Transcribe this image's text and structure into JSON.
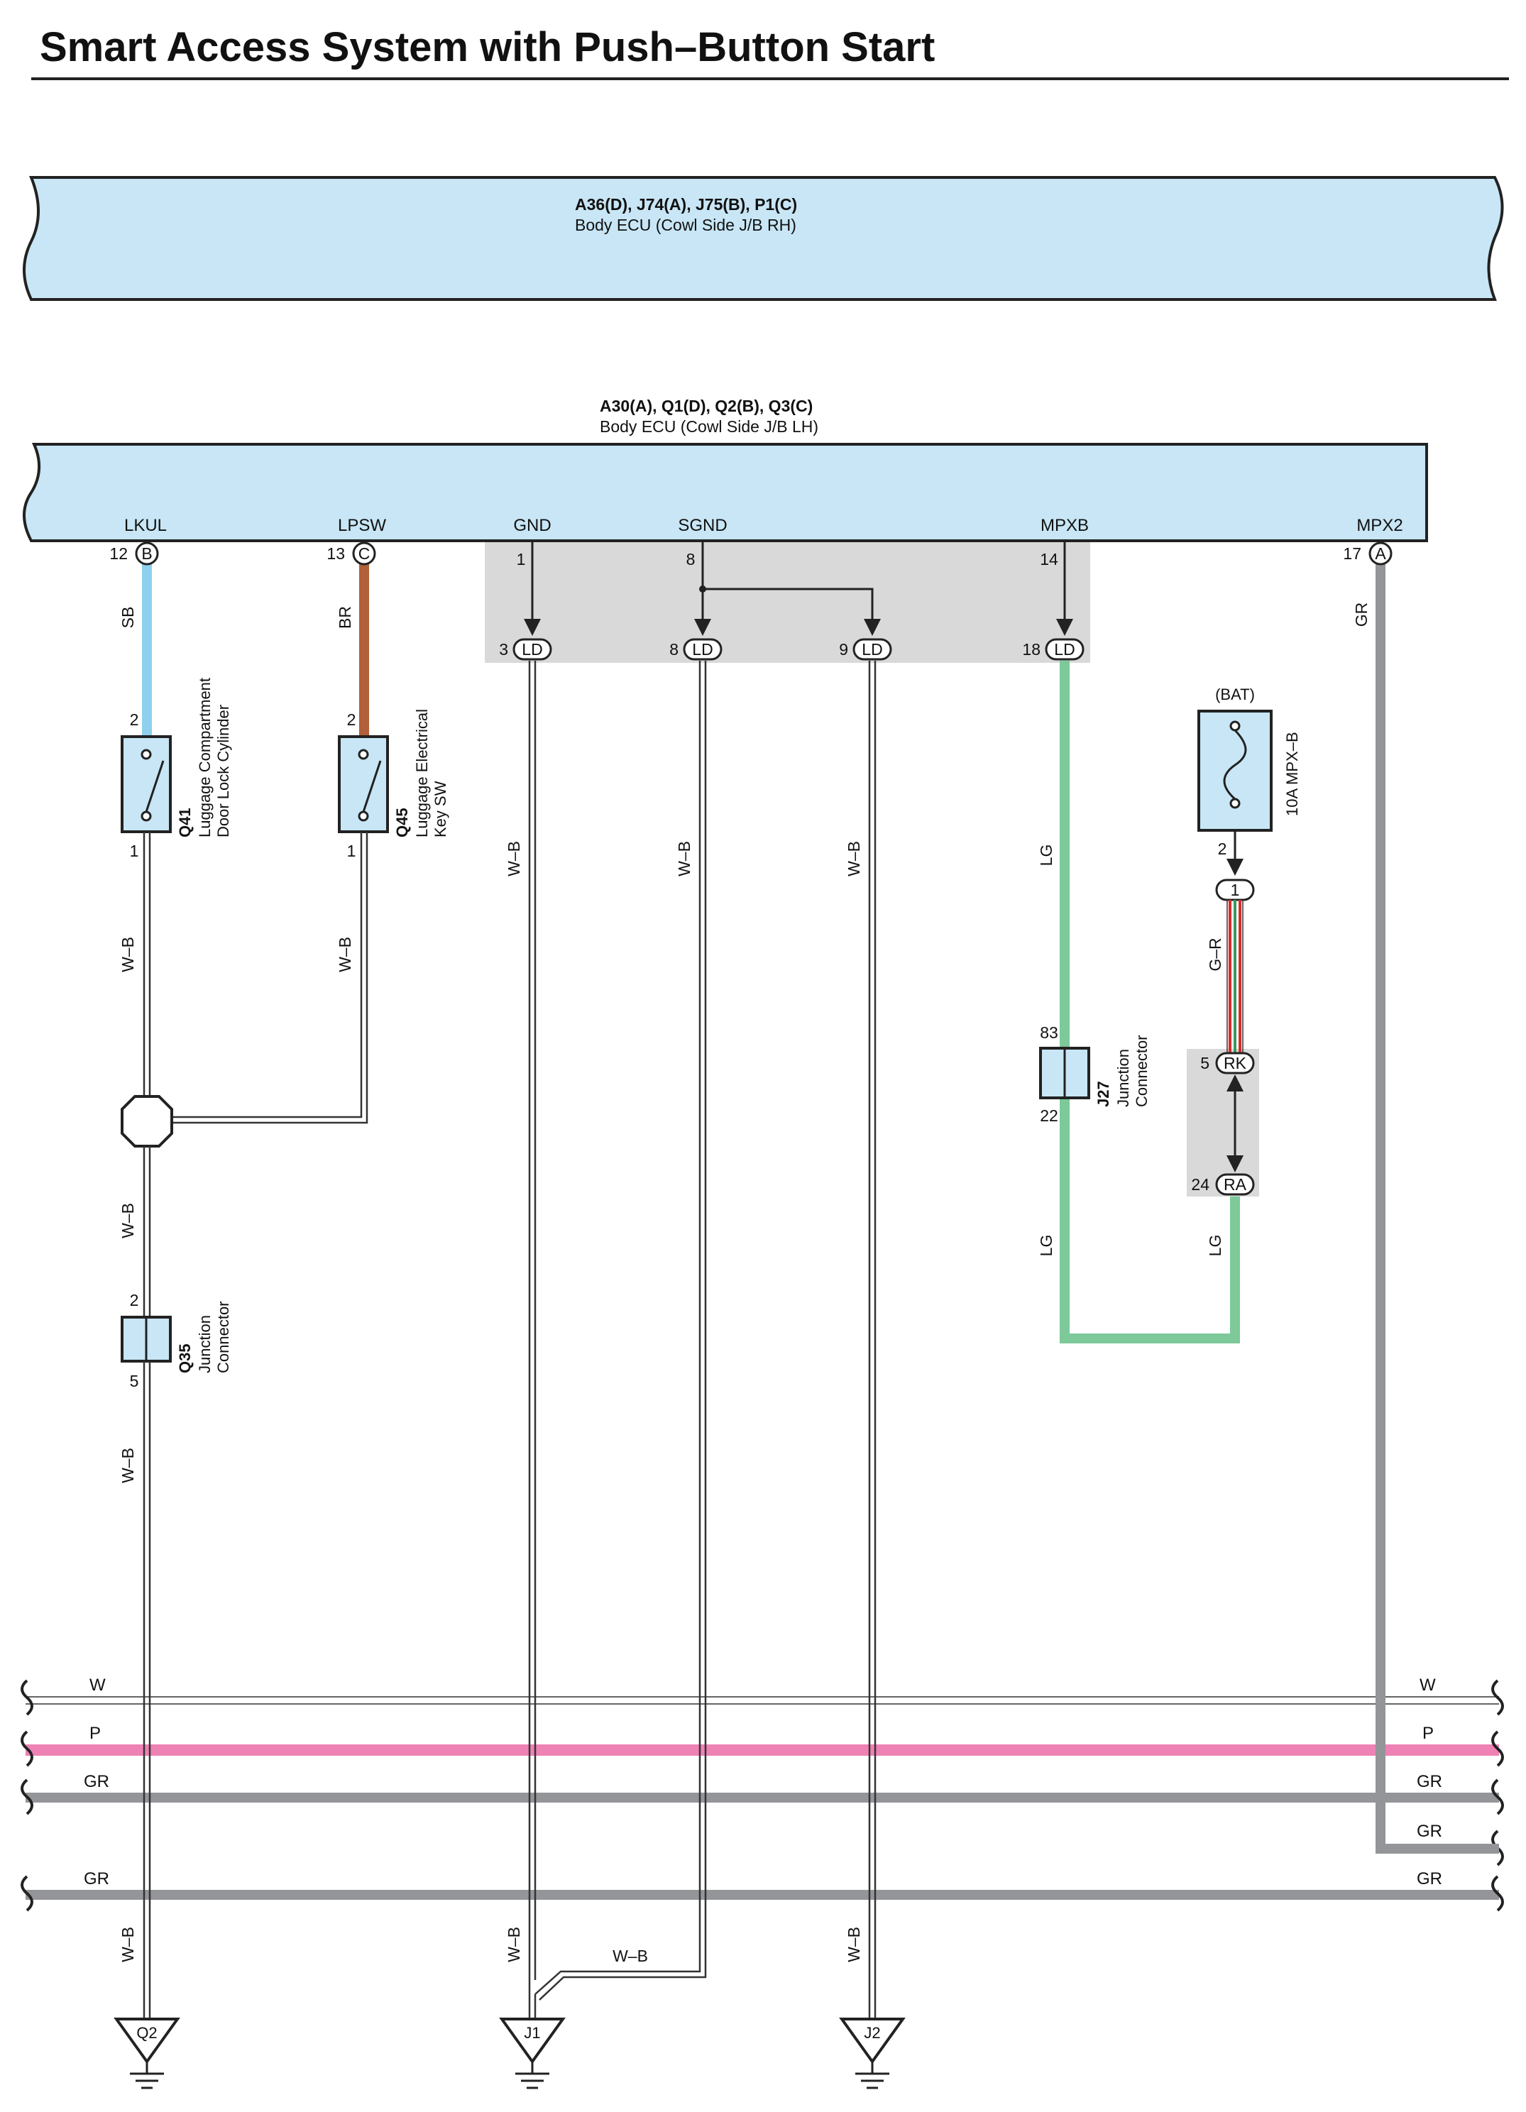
{
  "title": "Smart Access System with Push–Button Start",
  "ecu_rh": {
    "connectors": "A36(D), J74(A), J75(B), P1(C)",
    "name": "Body ECU (Cowl Side J/B RH)"
  },
  "ecu_lh": {
    "connectors": "A30(A), Q1(D), Q2(B), Q3(C)",
    "name": "Body ECU (Cowl Side J/B LH)",
    "terminals": [
      {
        "name": "LKUL",
        "pin": "12",
        "conn": "B"
      },
      {
        "name": "LPSW",
        "pin": "13",
        "conn": "C"
      },
      {
        "name": "GND",
        "pin": "1"
      },
      {
        "name": "SGND",
        "pin": "8"
      },
      {
        "name": "MPXB",
        "pin": "14"
      },
      {
        "name": "MPX2",
        "pin": "17",
        "conn": "A"
      }
    ]
  },
  "ld_connectors": [
    {
      "pin": "3",
      "label": "LD"
    },
    {
      "pin": "8",
      "label": "LD"
    },
    {
      "pin": "9",
      "label": "LD"
    },
    {
      "pin": "18",
      "label": "LD"
    }
  ],
  "components": {
    "q41": {
      "code": "Q41",
      "name1": "Luggage Compartment",
      "name2": "Door Lock Cylinder",
      "pin_top": "2",
      "pin_bottom": "1"
    },
    "q45": {
      "code": "Q45",
      "name1": "Luggage Electrical",
      "name2": "Key SW",
      "pin_top": "2",
      "pin_bottom": "1"
    },
    "q35": {
      "code": "Q35",
      "name1": "Junction",
      "name2": "Connector",
      "pin_top": "2",
      "pin_bottom": "5"
    },
    "j27": {
      "code": "J27",
      "name1": "Junction",
      "name2": "Connector",
      "pin_top": "83",
      "pin_bottom": "22"
    },
    "fuse": {
      "source": "(BAT)",
      "name": "10A MPX–B",
      "pin": "2"
    },
    "conn_1": {
      "label": "1"
    },
    "rk": {
      "pin": "5",
      "label": "RK"
    },
    "ra": {
      "pin": "24",
      "label": "RA"
    }
  },
  "wire_colors": {
    "sb": "SB",
    "br": "BR",
    "gr": "GR",
    "wb": "W–B",
    "lg": "LG",
    "gr_r": "G–R"
  },
  "bus": [
    {
      "label_left": "W",
      "label_right": "W",
      "color": "#ffffff"
    },
    {
      "label_left": "P",
      "label_right": "P",
      "color": "#ee82b4"
    },
    {
      "label_left": "GR",
      "label_right": "GR",
      "color": "#939598"
    },
    {
      "label_right": "GR",
      "color": "#939598"
    },
    {
      "label_left": "GR",
      "label_right": "GR",
      "color": "#939598"
    }
  ],
  "grounds": [
    {
      "label": "Q2"
    },
    {
      "label": "J1"
    },
    {
      "label": "J2"
    }
  ],
  "colors": {
    "ecu_fill": "#c8e6f5",
    "component_fill": "#c8e6f5",
    "shade": "#d9d9d9",
    "sb": "#8fd0ee",
    "br": "#b0603a",
    "gr": "#939598",
    "lg": "#7dc99a",
    "pink": "#ee82b4",
    "red": "#d92b2b",
    "green": "#3a9a5a"
  }
}
